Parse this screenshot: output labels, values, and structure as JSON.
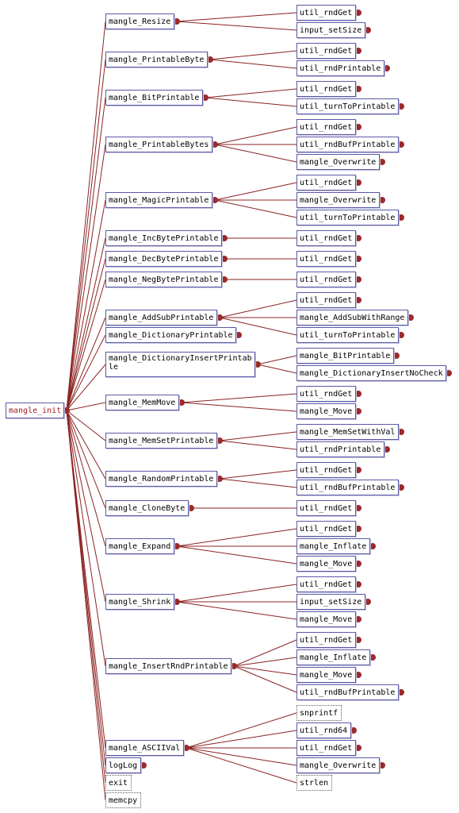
{
  "colors": {
    "edge": "#8b2323",
    "dot": "#9b2a2a",
    "border": "#5a5aa6",
    "root_text": "#a02020"
  },
  "root": {
    "name": "mangle_init"
  },
  "callees": [
    {
      "id": "n1",
      "name": "mangle_Resize"
    },
    {
      "id": "n2",
      "name": "mangle_PrintableByte"
    },
    {
      "id": "n3",
      "name": "mangle_BitPrintable"
    },
    {
      "id": "n4",
      "name": "mangle_PrintableBytes"
    },
    {
      "id": "n5",
      "name": "mangle_MagicPrintable"
    },
    {
      "id": "n6",
      "name": "mangle_IncBytePrintable"
    },
    {
      "id": "n7",
      "name": "mangle_DecBytePrintable"
    },
    {
      "id": "n8",
      "name": "mangle_NegBytePrintable"
    },
    {
      "id": "n9",
      "name": "mangle_AddSubPrintable"
    },
    {
      "id": "n10",
      "name": "mangle_DictionaryPrintable"
    },
    {
      "id": "n11",
      "name": "mangle_DictionaryInsertPrintable"
    },
    {
      "id": "n12",
      "name": "mangle_MemMove"
    },
    {
      "id": "n13",
      "name": "mangle_MemSetPrintable"
    },
    {
      "id": "n14",
      "name": "mangle_RandomPrintable"
    },
    {
      "id": "n15",
      "name": "mangle_CloneByte"
    },
    {
      "id": "n16",
      "name": "mangle_Expand"
    },
    {
      "id": "n17",
      "name": "mangle_Shrink"
    },
    {
      "id": "n18",
      "name": "mangle_InsertRndPrintable"
    },
    {
      "id": "n19",
      "name": "mangle_ASCIIVal"
    },
    {
      "id": "n20",
      "name": "logLog"
    },
    {
      "id": "n21",
      "name": "exit"
    },
    {
      "id": "n22",
      "name": "memcpy"
    }
  ],
  "leaves": [
    {
      "id": "c1",
      "parent": "n1",
      "name": "util_rndGet"
    },
    {
      "id": "c2",
      "parent": "n1",
      "name": "input_setSize"
    },
    {
      "id": "c3",
      "parent": "n2",
      "name": "util_rndGet"
    },
    {
      "id": "c4",
      "parent": "n2",
      "name": "util_rndPrintable"
    },
    {
      "id": "c5",
      "parent": "n3",
      "name": "util_rndGet"
    },
    {
      "id": "c6",
      "parent": "n3",
      "name": "util_turnToPrintable"
    },
    {
      "id": "c7",
      "parent": "n4",
      "name": "util_rndGet"
    },
    {
      "id": "c8",
      "parent": "n4",
      "name": "util_rndBufPrintable"
    },
    {
      "id": "c9",
      "parent": "n4",
      "name": "mangle_Overwrite"
    },
    {
      "id": "c10",
      "parent": "n5",
      "name": "util_rndGet"
    },
    {
      "id": "c11",
      "parent": "n5",
      "name": "mangle_Overwrite"
    },
    {
      "id": "c12",
      "parent": "n5",
      "name": "util_turnToPrintable"
    },
    {
      "id": "c13",
      "parent": "n6",
      "name": "util_rndGet"
    },
    {
      "id": "c14",
      "parent": "n7",
      "name": "util_rndGet"
    },
    {
      "id": "c15",
      "parent": "n8",
      "name": "util_rndGet"
    },
    {
      "id": "c16",
      "parent": "n9",
      "name": "util_rndGet"
    },
    {
      "id": "c17",
      "parent": "n9",
      "name": "mangle_AddSubWithRange"
    },
    {
      "id": "c18",
      "parent": "n9",
      "name": "util_turnToPrintable"
    },
    {
      "id": "c19",
      "parent": "n11",
      "name": "mangle_BitPrintable"
    },
    {
      "id": "c20",
      "parent": "n11",
      "name": "mangle_DictionaryInsertNoCheck"
    },
    {
      "id": "c21",
      "parent": "n12",
      "name": "util_rndGet"
    },
    {
      "id": "c22",
      "parent": "n12",
      "name": "mangle_Move"
    },
    {
      "id": "c23",
      "parent": "n13",
      "name": "mangle_MemSetWithVal"
    },
    {
      "id": "c24",
      "parent": "n13",
      "name": "util_rndPrintable"
    },
    {
      "id": "c25",
      "parent": "n14",
      "name": "util_rndGet"
    },
    {
      "id": "c26",
      "parent": "n14",
      "name": "util_rndBufPrintable"
    },
    {
      "id": "c27",
      "parent": "n15",
      "name": "util_rndGet"
    },
    {
      "id": "c28",
      "parent": "n16",
      "name": "util_rndGet"
    },
    {
      "id": "c29",
      "parent": "n16",
      "name": "mangle_Inflate"
    },
    {
      "id": "c30",
      "parent": "n16",
      "name": "mangle_Move"
    },
    {
      "id": "c31",
      "parent": "n17",
      "name": "util_rndGet"
    },
    {
      "id": "c32",
      "parent": "n17",
      "name": "input_setSize"
    },
    {
      "id": "c33",
      "parent": "n17",
      "name": "mangle_Move"
    },
    {
      "id": "c34",
      "parent": "n18",
      "name": "util_rndGet"
    },
    {
      "id": "c35",
      "parent": "n18",
      "name": "mangle_Inflate"
    },
    {
      "id": "c36",
      "parent": "n18",
      "name": "mangle_Move"
    },
    {
      "id": "c37",
      "parent": "n18",
      "name": "util_rndBufPrintable"
    },
    {
      "id": "c38",
      "parent": "n19",
      "name": "snprintf"
    },
    {
      "id": "c39",
      "parent": "n19",
      "name": "util_rnd64"
    },
    {
      "id": "c40",
      "parent": "n19",
      "name": "util_rndGet"
    },
    {
      "id": "c41",
      "parent": "n19",
      "name": "mangle_Overwrite"
    },
    {
      "id": "c42",
      "parent": "n19",
      "name": "strlen"
    }
  ]
}
